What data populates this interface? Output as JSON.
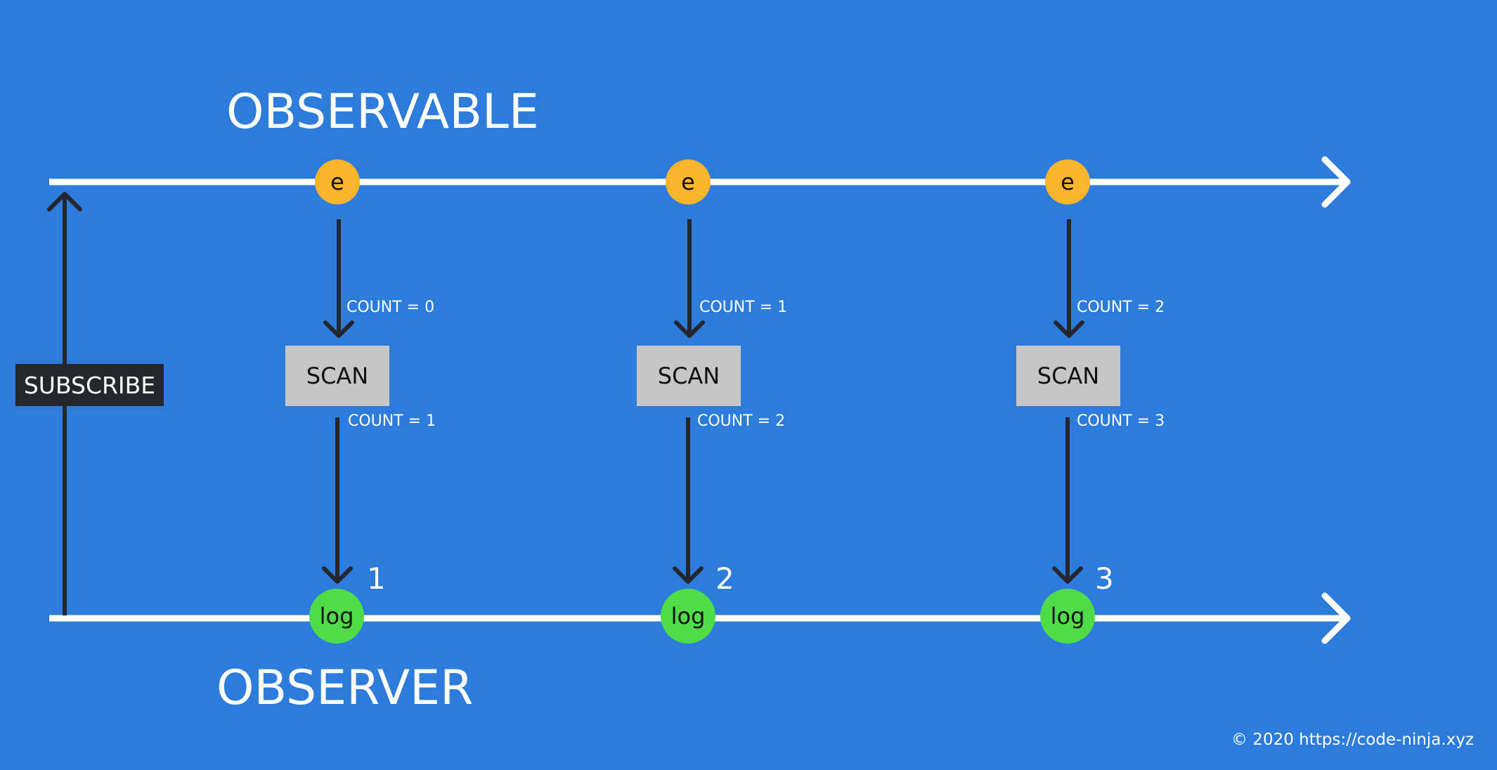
{
  "colors": {
    "background": "#2d7cdc",
    "timeline": "#ffffff",
    "arrow": "#24282e",
    "event_node": "#fbb52c",
    "log_node": "#50dc48",
    "scan_box": "#c6c6c6",
    "subscribe_box": "#24282e"
  },
  "observable_title": "OBSERVABLE",
  "observer_title": "OBSERVER",
  "subscribe_label": "SUBSCRIBE",
  "event_label": "e",
  "log_label": "log",
  "scan_label": "SCAN",
  "steps": [
    {
      "count_in": "COUNT = 0",
      "count_out": "COUNT = 1",
      "result": "1"
    },
    {
      "count_in": "COUNT = 1",
      "count_out": "COUNT = 2",
      "result": "2"
    },
    {
      "count_in": "COUNT = 2",
      "count_out": "COUNT = 3",
      "result": "3"
    }
  ],
  "footer": "© 2020 https://code-ninja.xyz"
}
